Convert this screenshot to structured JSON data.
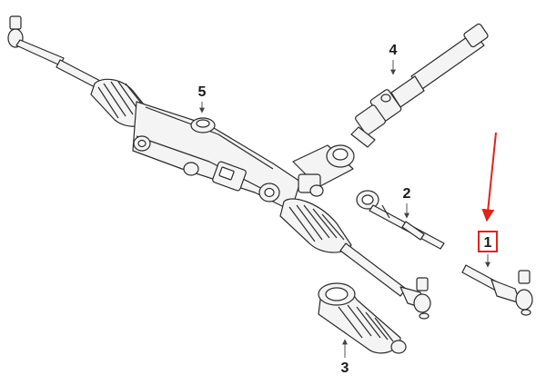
{
  "diagram": {
    "callouts": [
      {
        "id": "callout-1",
        "label": "1",
        "highlighted": true
      },
      {
        "id": "callout-2",
        "label": "2",
        "highlighted": false
      },
      {
        "id": "callout-3",
        "label": "3",
        "highlighted": false
      },
      {
        "id": "callout-4",
        "label": "4",
        "highlighted": false
      },
      {
        "id": "callout-5",
        "label": "5",
        "highlighted": false
      }
    ],
    "colors": {
      "line": "#2b2b2b",
      "fill": "#f2f2f2",
      "highlight": "#e2231a",
      "leader": "#555555"
    }
  }
}
